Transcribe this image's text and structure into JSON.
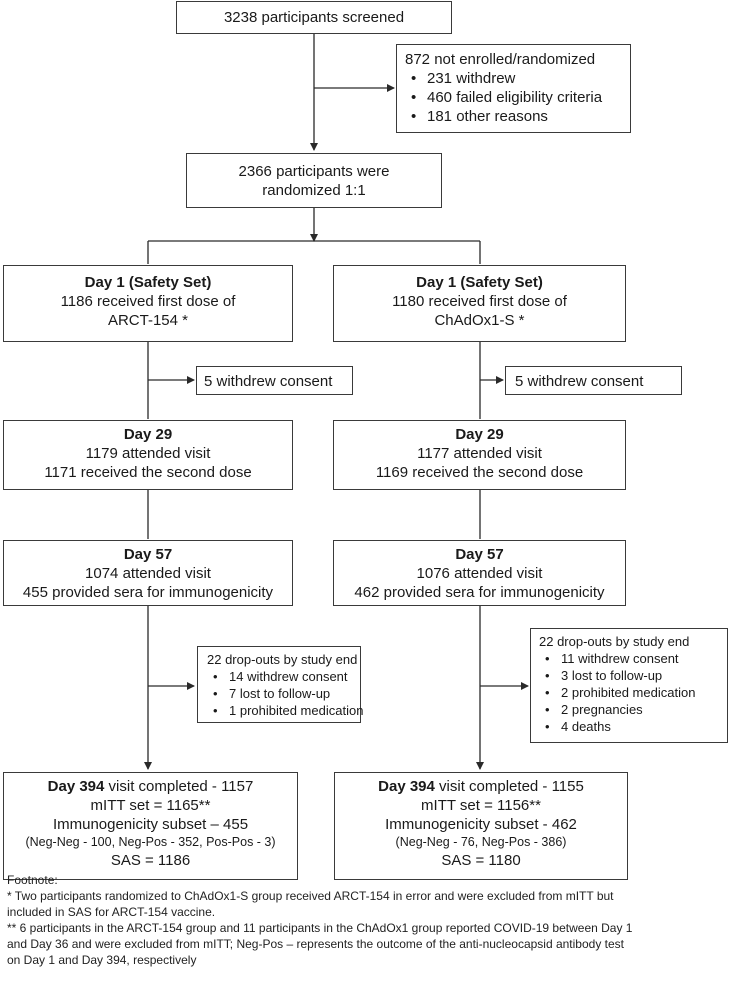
{
  "screened": {
    "text": "3238 participants screened"
  },
  "not_enrolled": {
    "title": "872 not enrolled/randomized",
    "items": [
      "231 withdrew",
      "460 failed eligibility criteria",
      "181 other reasons"
    ]
  },
  "randomized": {
    "line1": "2366 participants were",
    "line2": "randomized 1:1"
  },
  "left": {
    "day1": {
      "title": "Day 1 (Safety Set)",
      "line1": "1186 received first dose of",
      "line2": "ARCT-154 *"
    },
    "withdrew": "5 withdrew consent",
    "day29": {
      "title": "Day 29",
      "line1": "1179 attended visit",
      "line2": "1171 received the second dose"
    },
    "day57": {
      "title": "Day 57",
      "line1": "1074 attended visit",
      "line2": "455 provided sera for immunogenicity"
    },
    "dropouts": {
      "title": "22 drop-outs by study end",
      "items": [
        "14 withdrew consent",
        "7 lost to follow-up",
        "1  prohibited medication"
      ]
    },
    "day394": {
      "title_bold": "Day 394",
      "title_rest": " visit completed - 1157",
      "mitt": "mITT set = 1165**",
      "immuno": "Immunogenicity subset – 455",
      "subset": "(Neg-Neg - 100, Neg-Pos - 352, Pos-Pos - 3)",
      "sas": "SAS = 1186"
    }
  },
  "right": {
    "day1": {
      "title": "Day 1 (Safety Set)",
      "line1": "1180 received first dose of",
      "line2": "ChAdOx1-S *"
    },
    "withdrew": "5 withdrew consent",
    "day29": {
      "title": "Day 29",
      "line1": "1177 attended visit",
      "line2": "1169 received the second dose"
    },
    "day57": {
      "title": "Day 57",
      "line1": "1076 attended visit",
      "line2": "462 provided sera for immunogenicity"
    },
    "dropouts": {
      "title": "22 drop-outs by study end",
      "items": [
        "11 withdrew consent",
        "3 lost to follow-up",
        "2  prohibited medication",
        "2 pregnancies",
        "4 deaths"
      ]
    },
    "day394": {
      "title_bold": "Day 394",
      "title_rest": " visit completed - 1155",
      "mitt": "mITT set = 1156**",
      "immuno": "Immunogenicity subset - 462",
      "subset": "(Neg-Neg - 76, Neg-Pos - 386)",
      "sas": "SAS = 1180"
    }
  },
  "footnote": {
    "label": "Footnote:",
    "f1a": "* Two participants randomized to ChAdOx1-S group received ARCT-154 in error and were excluded from mITT but",
    "f1b": "included in SAS for ARCT-154 vaccine.",
    "f2a": "** 6 participants in the ARCT-154 group and 11 participants in the ChAdOx1 group reported COVID-19 between Day 1",
    "f2b": "and Day 36 and were excluded from mITT; Neg-Pos – represents the outcome of the anti-nucleocapsid antibody test",
    "f2c": "on Day 1 and Day 394, respectively"
  }
}
